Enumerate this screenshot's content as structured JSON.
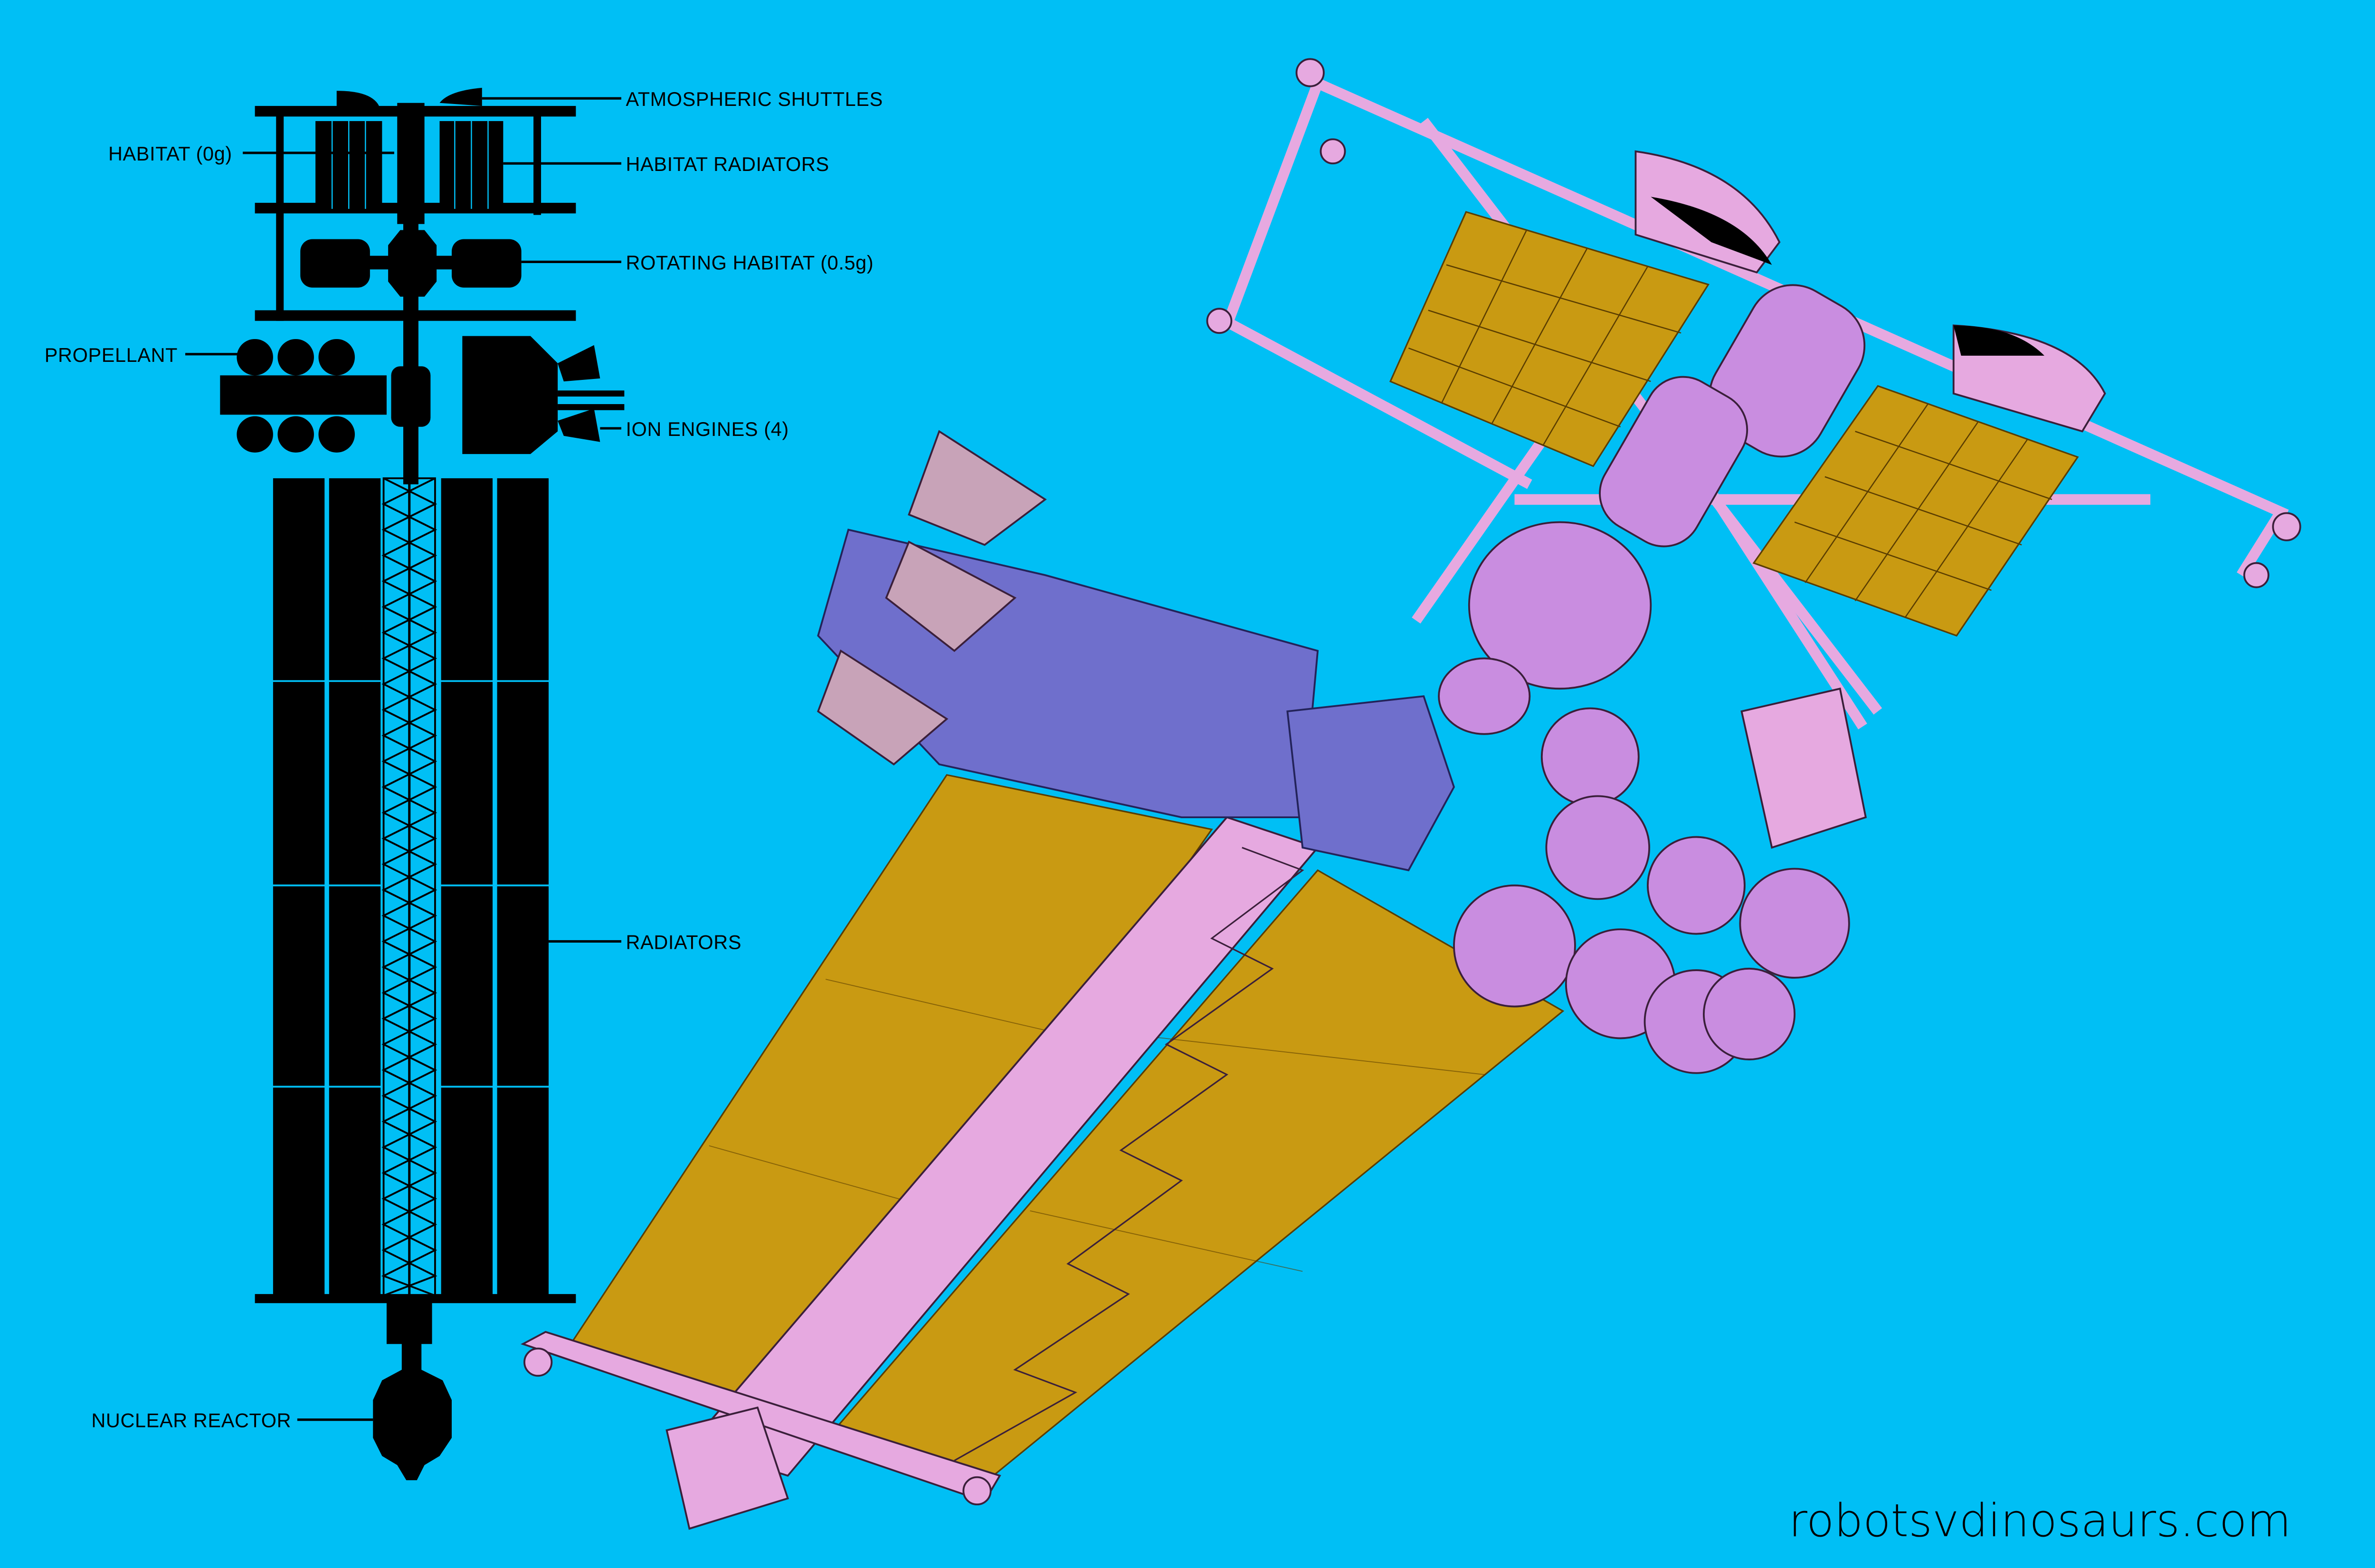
{
  "colors": {
    "background": "#00bff5",
    "silhouette": "#000000",
    "structure": "#e6a9e0",
    "radiator_panels": "#c99a12",
    "propellant_tanks": "#c98de0",
    "engine_module": "#6f6fcc"
  },
  "labels": {
    "atmospheric_shuttles": "ATMOSPHERIC SHUTTLES",
    "habitat_0g": "HABITAT (0g)",
    "habitat_radiators": "HABITAT RADIATORS",
    "rotating_habitat": "ROTATING HABITAT (0.5g)",
    "propellant": "PROPELLANT",
    "ion_engines": "ION ENGINES (4)",
    "radiators": "RADIATORS",
    "nuclear_reactor": "NUCLEAR REACTOR"
  },
  "watermark": "robotsvdinosaurs.com"
}
